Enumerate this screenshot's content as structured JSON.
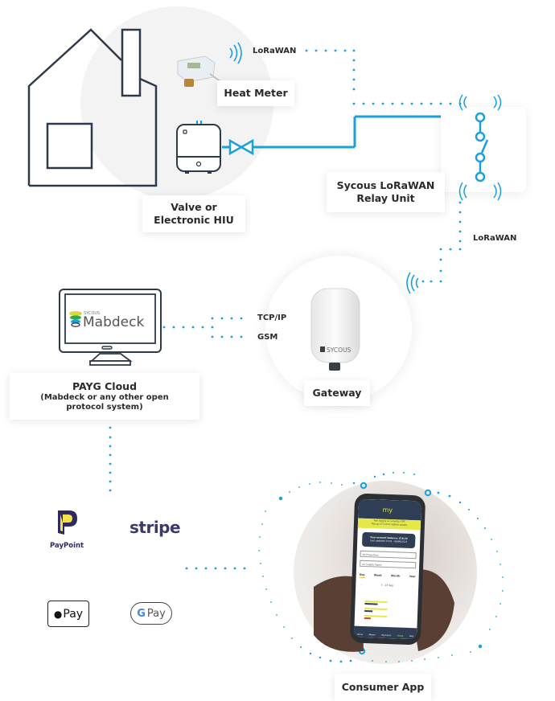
{
  "colors": {
    "accent_blue": "#1aa0dc",
    "outline_dark": "#2d3a4a",
    "text_dark": "#2a2a2a",
    "paypoint_navy": "#2e2a5e",
    "paypoint_yellow": "#f3e24a",
    "stripe_navy": "#3b3a6b"
  },
  "nodes": {
    "heat_meter": {
      "label": "Heat Meter",
      "icon": "heat-meter-device"
    },
    "valve_hiu": {
      "label_line1": "Valve or",
      "label_line2": "Electronic HIU",
      "icon": "hiu-unit"
    },
    "relay_unit": {
      "label_line1": "Sycous LoRaWAN",
      "label_line2": "Relay Unit",
      "icon": "relay-switch"
    },
    "gateway": {
      "label": "Gateway",
      "device_brand": "SYCOUS"
    },
    "payg_cloud": {
      "label": "PAYG Cloud",
      "sublabel": "(Mabdeck or any other open protocol system)",
      "screen_brand_small": "SYCOUS",
      "screen_brand_large": "Mabdeck"
    },
    "consumer_app": {
      "label": "Consumer App"
    }
  },
  "connections": {
    "meter_to_relay": "LoRaWAN",
    "relay_to_gateway": "LoRaWAN",
    "cloud_to_gateway_1": "TCP/IP",
    "cloud_to_gateway_2": "GSM"
  },
  "payment_providers": [
    {
      "name": "PayPoint",
      "icon": "paypoint-logo"
    },
    {
      "name": "stripe",
      "icon": "stripe-logo"
    },
    {
      "name": "Pay",
      "icon": "apple-pay-logo"
    },
    {
      "name": "Pay",
      "icon": "google-pay-logo"
    }
  ],
  "app_screen": {
    "brand": "my",
    "supply_notice_line1": "Your supply is currently: OFF",
    "supply_notice_line2": "Top up £17.10 to restore supply",
    "balance_title": "Your account balance: £18.10",
    "balance_updated": "Last updated 14:01 - 09/09/2021",
    "dropdown_properties": "All Properties",
    "dropdown_supply": "All Supply Types",
    "tabs": [
      "Day",
      "Week",
      "Month",
      "Year"
    ],
    "date_range": "7 - 13 Sep",
    "nav_items": [
      "Home",
      "Meters",
      "Payments",
      "Usage",
      "Help"
    ]
  }
}
